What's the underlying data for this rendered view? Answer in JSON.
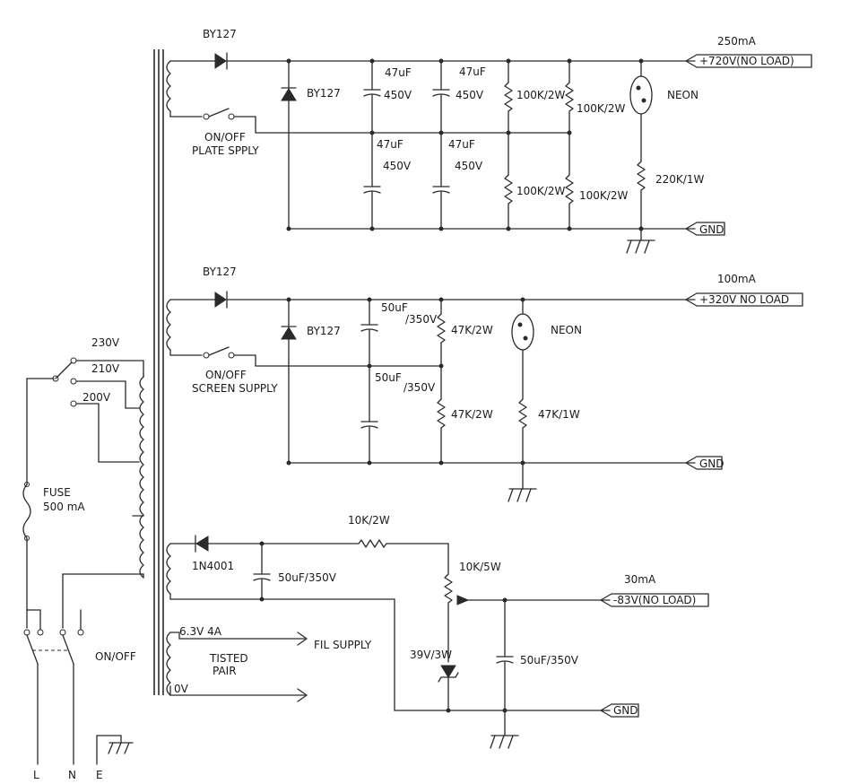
{
  "labels": {
    "d1": "BY127",
    "d2": "BY127",
    "d3": "BY127",
    "d4": "BY127",
    "d5": "1N4001",
    "cur1": "250mA",
    "cur2": "100mA",
    "cur3": "30mA",
    "out1": "+720V(NO LOAD)",
    "out2": "+320V NO LOAD",
    "out3": "-83V(NO LOAD)",
    "gnd1": "GND",
    "gnd2": "GND",
    "gnd3": "GND",
    "neon1": "NEON",
    "neon2": "NEON",
    "c1a_val": "47uF",
    "c1a_v": "450V",
    "c1b_val": "47uF",
    "c1b_v": "450V",
    "c1c_val": "47uF",
    "c1c_v": "450V",
    "c1d_val": "47uF",
    "c1d_v": "450V",
    "r1a": "100K/2W",
    "r1b": "100K/2W",
    "r1c": "100K/2W",
    "r1d": "100K/2W",
    "r1n": "220K/1W",
    "sw1a": "ON/OFF",
    "sw1b": "PLATE SPPLY",
    "c2a_val": "50uF",
    "c2a_v": "/350V",
    "c2b_val": "50uF",
    "c2b_v": "/350V",
    "r2a": "47K/2W",
    "r2b": "47K/2W",
    "r2n": "47K/1W",
    "sw2a": "ON/OFF",
    "sw2b": "SCREEN SUPPLY",
    "tap230": "230V",
    "tap210": "210V",
    "tap200": "200V",
    "fuse1": "FUSE",
    "fuse2": "500 mA",
    "r3": "10K/2W",
    "c3": "50uF/350V",
    "pot": "10K/5W",
    "zener": "39V/3W",
    "c4": "50uF/350V",
    "fil1": "6.3V 4A",
    "fil2": "TISTED",
    "fil3": "PAIR",
    "fil4": "0V",
    "fil_supply": "FIL SUPPLY",
    "mains_sw": "ON/OFF",
    "L": "L",
    "N": "N",
    "E": "E"
  }
}
